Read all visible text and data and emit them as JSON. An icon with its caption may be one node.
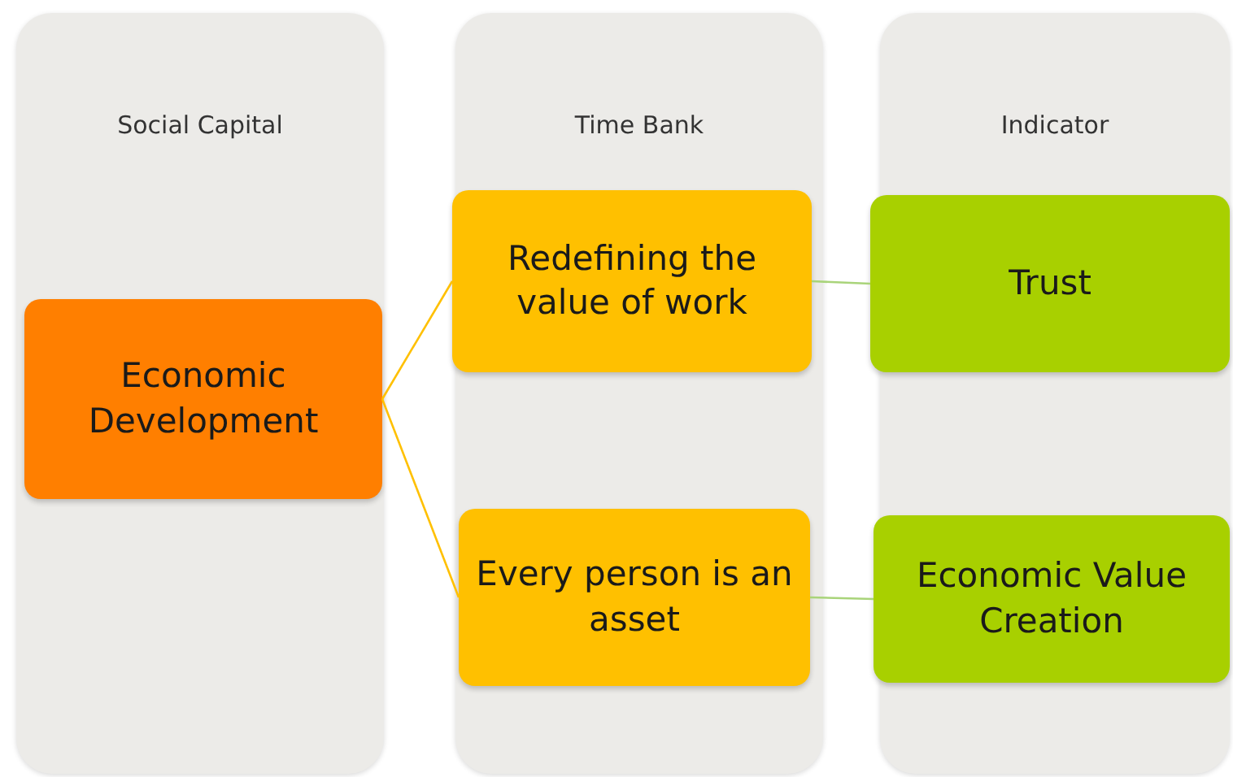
{
  "diagram": {
    "nodes": [
      {
        "text": [
          "Social Capital"
        ]
      },
      {
        "text": [
          "Economic Development"
        ],
        "in": 0
      },
      {
        "text": [
          "Time Bank"
        ]
      },
      {
        "text": [
          "Redefining the value of work"
        ],
        "in": 2
      },
      {
        "text": [
          "Every person is an asset"
        ],
        "in": 2
      },
      {
        "text": [
          "Indicator"
        ]
      },
      {
        "text": [
          "Trust"
        ],
        "in": 5
      },
      {
        "text": [
          "Economic Value Creation"
        ],
        "in": 5
      }
    ],
    "edges": [
      {
        "from": 1,
        "to": 3,
        "arrow": "none",
        "color": "#ffc000"
      },
      {
        "from": 1,
        "to": 4,
        "arrow": "none",
        "color": "#ffc000"
      },
      {
        "from": 3,
        "to": 6,
        "arrow": "none",
        "color": "#a9d47a"
      },
      {
        "from": 4,
        "to": 7,
        "arrow": "none",
        "color": "#a9d47a"
      }
    ]
  }
}
